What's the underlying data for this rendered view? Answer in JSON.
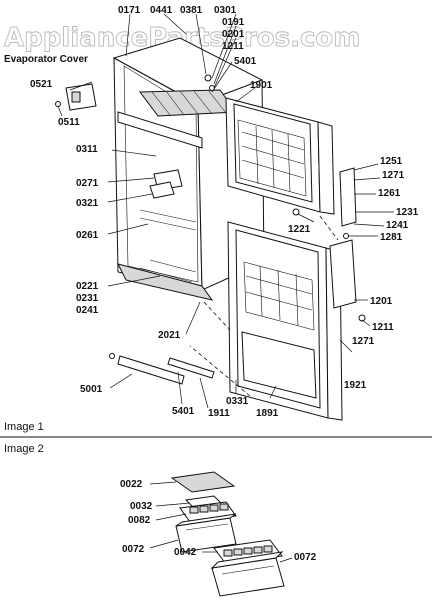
{
  "watermark": "AppliancePartsPros.com",
  "sections": [
    {
      "key": "image1",
      "title": "Image 1"
    },
    {
      "key": "image2",
      "title": "Image 2"
    }
  ],
  "image1_labels": {
    "l0171": "0171",
    "l0441": "0441",
    "l0381": "0381",
    "l0301": "0301",
    "l0191": "0191",
    "l0201": "0201",
    "l1211top": "1211",
    "evap": "Evaporator Cover",
    "l0521": "0521",
    "l0511": "0511",
    "l5401top": "5401",
    "l1901": "1901",
    "l0311": "0311",
    "l0271": "0271",
    "l0321": "0321",
    "l0261": "0261",
    "l0221": "0221",
    "l0231": "0231",
    "l0241": "0241",
    "l2021": "2021",
    "l1251": "1251",
    "l1271top": "1271",
    "l1261": "1261",
    "l1231": "1231",
    "l1241": "1241",
    "l1221": "1221",
    "l1281": "1281",
    "l1201": "1201",
    "l1211bot": "1211",
    "l1271bot": "1271",
    "l1921": "1921",
    "l5001": "5001",
    "l5401bot": "5401",
    "l1911": "1911",
    "l0331": "0331",
    "l1891": "1891"
  },
  "image2_labels": {
    "l0022": "0022",
    "l0032": "0032",
    "l0082": "0082",
    "l0072a": "0072",
    "l0042": "0042",
    "l0072b": "0072"
  }
}
